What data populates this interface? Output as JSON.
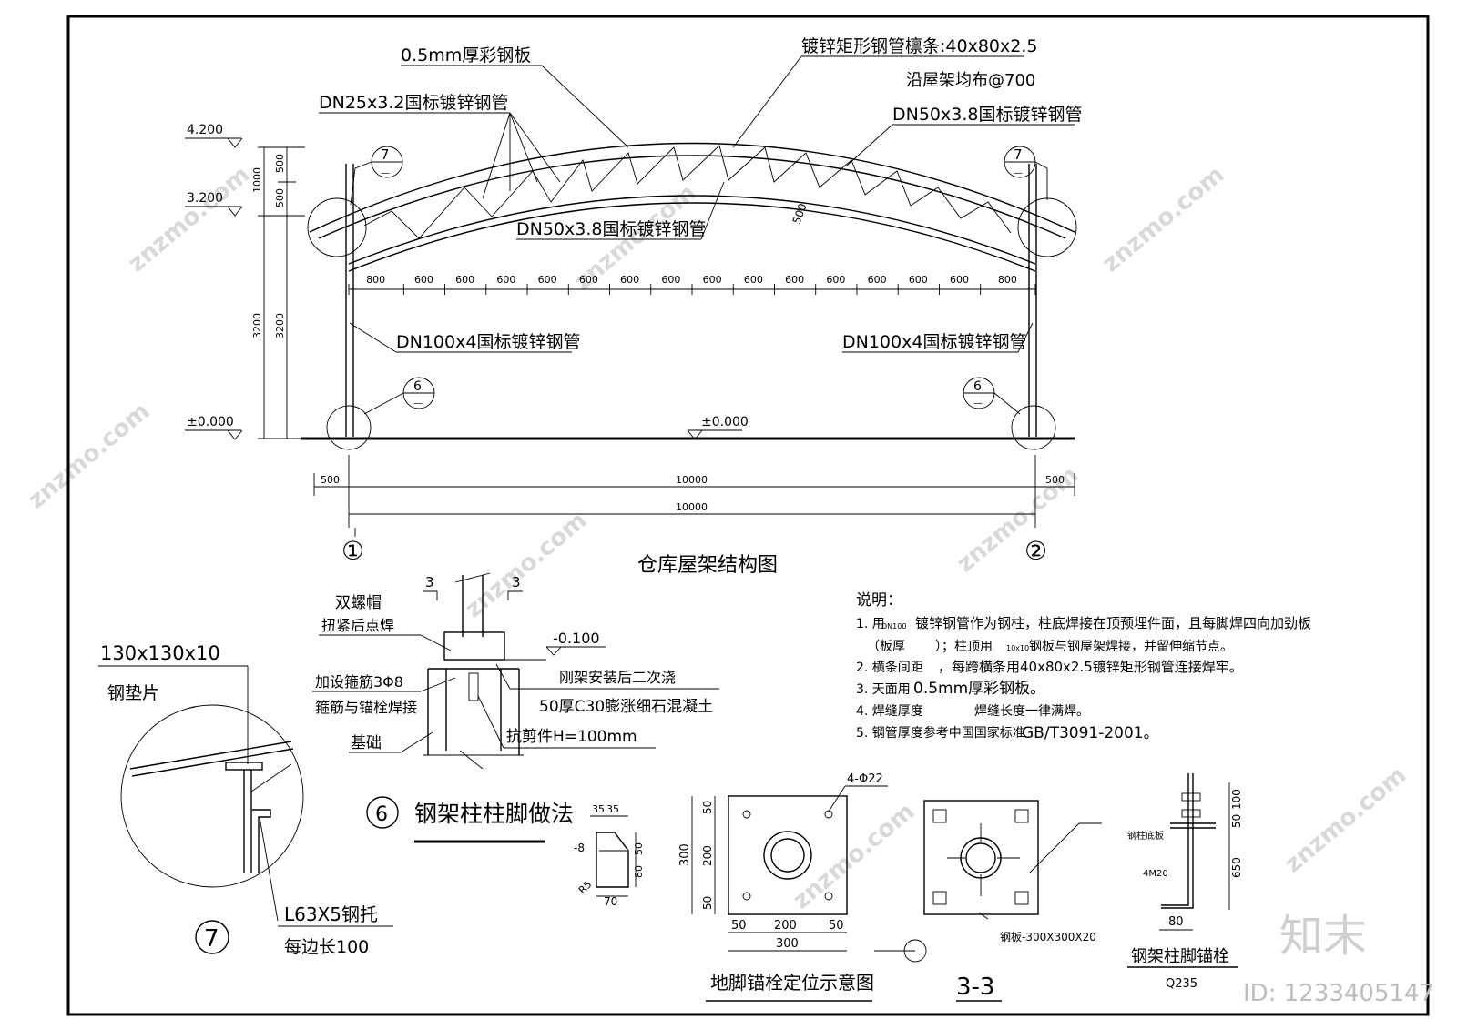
{
  "main": {
    "title": "仓库屋架结构图",
    "labels": {
      "roof_sheet": "0.5mm厚彩钢板",
      "purlin": "镀锌矩形钢管檩条:40x80x2.5",
      "purlin_spacing": "沿屋架均布@700",
      "web_pipe": "DN25x3.2国标镀锌钢管",
      "top_chord": "DN50x3.8国标镀锌钢管",
      "bottom_chord": "DN50x3.8国标镀锌钢管",
      "column_left": "DN100x4国标镀锌钢管",
      "column_right": "DN100x4国标镀锌钢管",
      "depth": "500"
    },
    "elevations": {
      "top": "4.200",
      "mid": "3.200",
      "base_left": "±0.000",
      "base_center": "±0.000"
    },
    "vertical_dims": {
      "d500a": "500",
      "d500b": "500",
      "d1000": "1000",
      "d3200a": "3200",
      "d3200b": "3200"
    },
    "spacing_dims": [
      "800",
      "600",
      "600",
      "600",
      "600",
      "600",
      "600",
      "600",
      "600",
      "600",
      "600",
      "600",
      "600",
      "600",
      "600",
      "800"
    ],
    "bottom_dims": {
      "left": "500",
      "span": "10000",
      "right": "500",
      "total": "10000"
    },
    "axes": {
      "a1": "①",
      "a2": "②"
    },
    "callouts": {
      "c7": "7",
      "c6": "6",
      "dash": "—"
    }
  },
  "notes": {
    "heading": "说明：",
    "n1a": "1. 用",
    "n1b": "镀锌钢管作为钢柱，柱底焊接在顶预埋件面，且每脚焊四向加劲板",
    "n1_small": "DN100",
    "n1c": "（板厚",
    "n1d": "）；柱顶用",
    "n1_small2": "10x10",
    "n1e": "钢板与钢屋架焊接，并留伸缩节点。",
    "n2a": "2. 横条间距",
    "n2b": "，每跨横条用40x80x2.5镀锌矩形钢管连接焊牢。",
    "n3a": "3. 天面用",
    "n3b": "0.5mm厚彩钢板。",
    "n4a": "4. 焊缝厚度",
    "n4b": "焊缝长度一律满焊。",
    "n5a": "5. 钢管厚度参考中国国家标准",
    "n5b": "GB/T3091-2001。"
  },
  "detail6": {
    "title": "钢架柱柱脚做法",
    "num": "6",
    "sec": "3",
    "sec2": "3",
    "elev": "-0.100",
    "l1": "双螺帽",
    "l2": "扭紧后点焊",
    "l3": "加设箍筋3Φ8",
    "l4": "箍筋与锚栓焊接",
    "l5": "基础",
    "r1": "刚架安装后二次浇",
    "r2": "50厚C30膨涨细石混凝土",
    "r3": "抗剪件H=100mm"
  },
  "detail7": {
    "num": "7",
    "pad": "130x130x10",
    "pad2": "钢垫片",
    "angle": "L63X5钢托",
    "angle2": "每边长100"
  },
  "shear": {
    "d1": "35",
    "d2": "35",
    "d3": "-8",
    "d4": "50",
    "d5": "80",
    "d6": "R5",
    "d7": "70"
  },
  "plate": {
    "title": "地脚锚栓定位示意图",
    "holes": "4-Φ22",
    "v1": "50",
    "v2": "200",
    "v3": "50",
    "vt": "300",
    "h1": "50",
    "h2": "200",
    "h3": "50",
    "ht": "300"
  },
  "section33": {
    "title": "3-3",
    "plate": "钢板-300X300X20"
  },
  "anchor": {
    "title": "钢架柱脚锚栓",
    "grade": "Q235",
    "base": "钢柱底板",
    "bolt": "4M20",
    "d100": "100",
    "d50": "50",
    "d650": "650",
    "d80": "80"
  },
  "stamp": {
    "logo": "知末",
    "id": "ID: 1233405147",
    "watermark": "znzmo.com"
  }
}
